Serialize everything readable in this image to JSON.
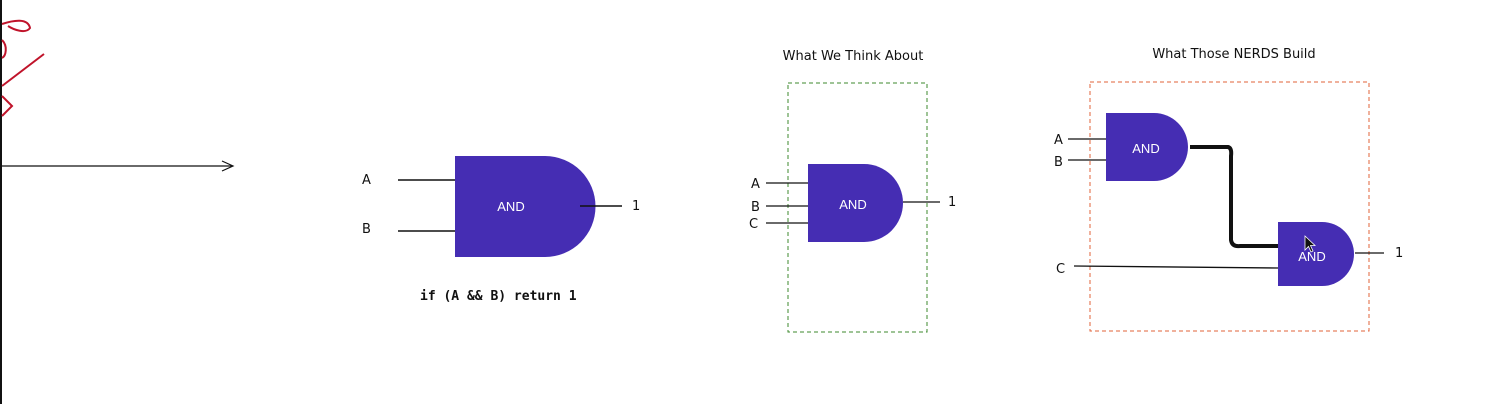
{
  "colors": {
    "gate_fill": "#452db3",
    "wire": "#111111",
    "sketch_red": "#c0132a",
    "frame_green": "#3c8a2e",
    "frame_orange": "#e0633a"
  },
  "simple_gate": {
    "label": "AND",
    "input_a": "A",
    "input_b": "B",
    "output": "1",
    "code": "if (A && B) return 1"
  },
  "think_panel": {
    "title": "What We Think About",
    "gate_label": "AND",
    "input_a": "A",
    "input_b": "B",
    "input_c": "C",
    "output": "1"
  },
  "build_panel": {
    "title": "What Those NERDS Build",
    "gate1_label": "AND",
    "gate2_label": "AND",
    "input_a": "A",
    "input_b": "B",
    "input_c": "C",
    "output": "1"
  },
  "icons": {
    "cursor": "mouse-pointer-icon",
    "arrow": "right-arrow-icon"
  }
}
